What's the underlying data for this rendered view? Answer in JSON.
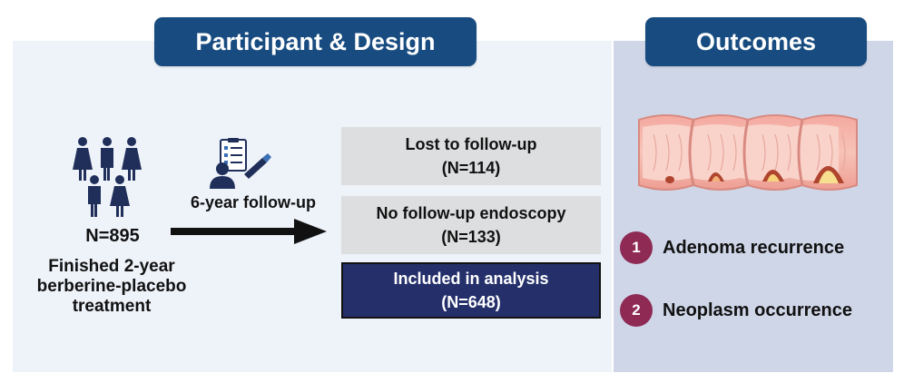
{
  "headers": {
    "left": "Participant & Design",
    "right": "Outcomes"
  },
  "participants": {
    "count": "N=895",
    "description_lines": [
      "Finished 2-year",
      "berberine-placebo",
      "treatment"
    ]
  },
  "follow_up": {
    "label": "6-year follow-up"
  },
  "boxes": [
    {
      "line1": "Lost to follow-up",
      "line2": "(N=114)"
    },
    {
      "line1": "No follow-up endoscopy",
      "line2": "(N=133)"
    },
    {
      "line1": "Included in analysis",
      "line2": "(N=648)"
    }
  ],
  "outcomes": [
    {
      "number": "1",
      "label": "Adenoma recurrence"
    },
    {
      "number": "2",
      "label": "Neoplasm occurrence"
    }
  ],
  "colors": {
    "header": "#184c80",
    "left_panel": "#eef2f9",
    "right_panel": "#cfd6e8",
    "grey_box": "#dcdedf",
    "highlight_box": "#25306b",
    "people_icon": "#1f2f5a",
    "outcome_badge": "#8e2a54"
  },
  "icons": [
    "people-group-icon",
    "clipboard-doctor-icon",
    "arrow-right-icon",
    "intestine-illustration-icon"
  ]
}
